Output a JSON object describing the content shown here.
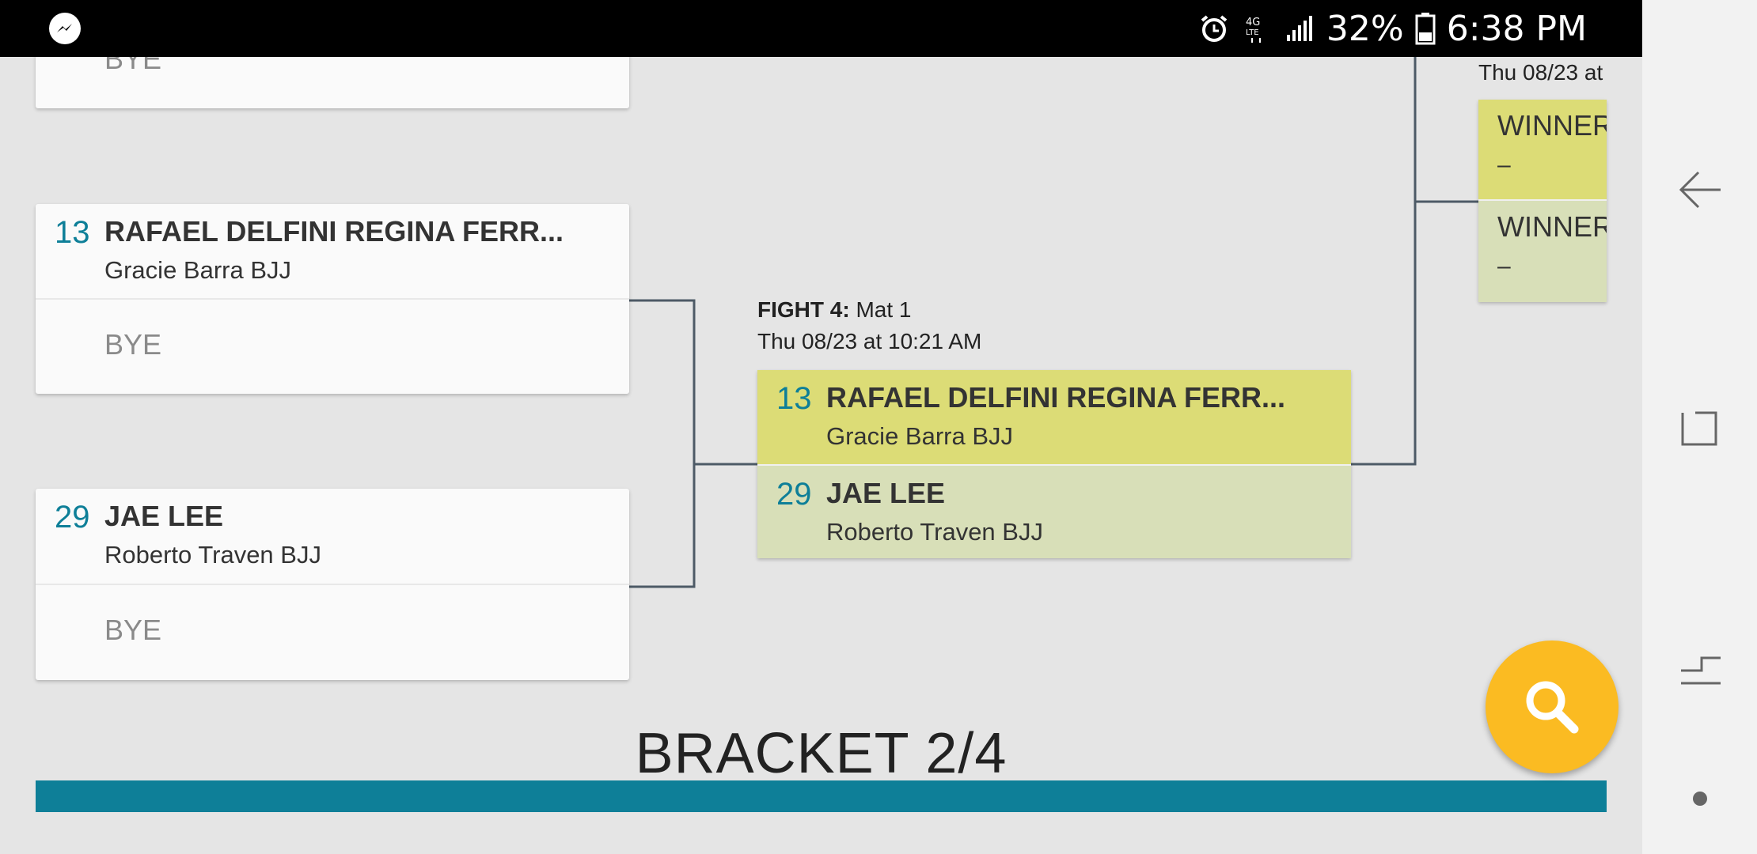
{
  "status_bar": {
    "battery_percent": "32%",
    "time": "6:38 PM",
    "icons": [
      "messenger-icon",
      "alarm-icon",
      "lte-icon",
      "signal-icon",
      "battery-icon"
    ]
  },
  "bracket": {
    "top_partial_card": {
      "bottom_label": "BYE"
    },
    "match_a": {
      "seed": "13",
      "name": "RAFAEL DELFINI REGINA FERR...",
      "team": "Gracie Barra BJJ",
      "opponent": "BYE"
    },
    "match_b": {
      "seed": "29",
      "name": "JAE LEE",
      "team": "Roberto Traven BJJ",
      "opponent": "BYE"
    },
    "fight4": {
      "label_bold": "FIGHT 4:",
      "label_rest": " Mat 1",
      "time": "Thu 08/23 at 10:21 AM",
      "competitor1": {
        "seed": "13",
        "name": "RAFAEL DELFINI REGINA FERR...",
        "team": "Gracie Barra BJJ"
      },
      "competitor2": {
        "seed": "29",
        "name": "JAE LEE",
        "team": "Roberto Traven BJJ"
      }
    },
    "next_fight": {
      "time_partial": "Thu 08/23 at",
      "slot1": {
        "label": "WINNER",
        "value": "–"
      },
      "slot2": {
        "label": "WINNER",
        "value": "–"
      }
    },
    "title": "BRACKET 2/4"
  },
  "colors": {
    "seed": "#0e7f98",
    "winner_row": "#dcdc76",
    "loser_row": "#d8dfb8",
    "fab": "#fbbb22",
    "bottom_bar": "#0e7f98"
  },
  "fab_icon": "search-icon",
  "nav_icons": [
    "back-icon",
    "recents-icon",
    "switch-icon",
    "home-dot-icon"
  ]
}
